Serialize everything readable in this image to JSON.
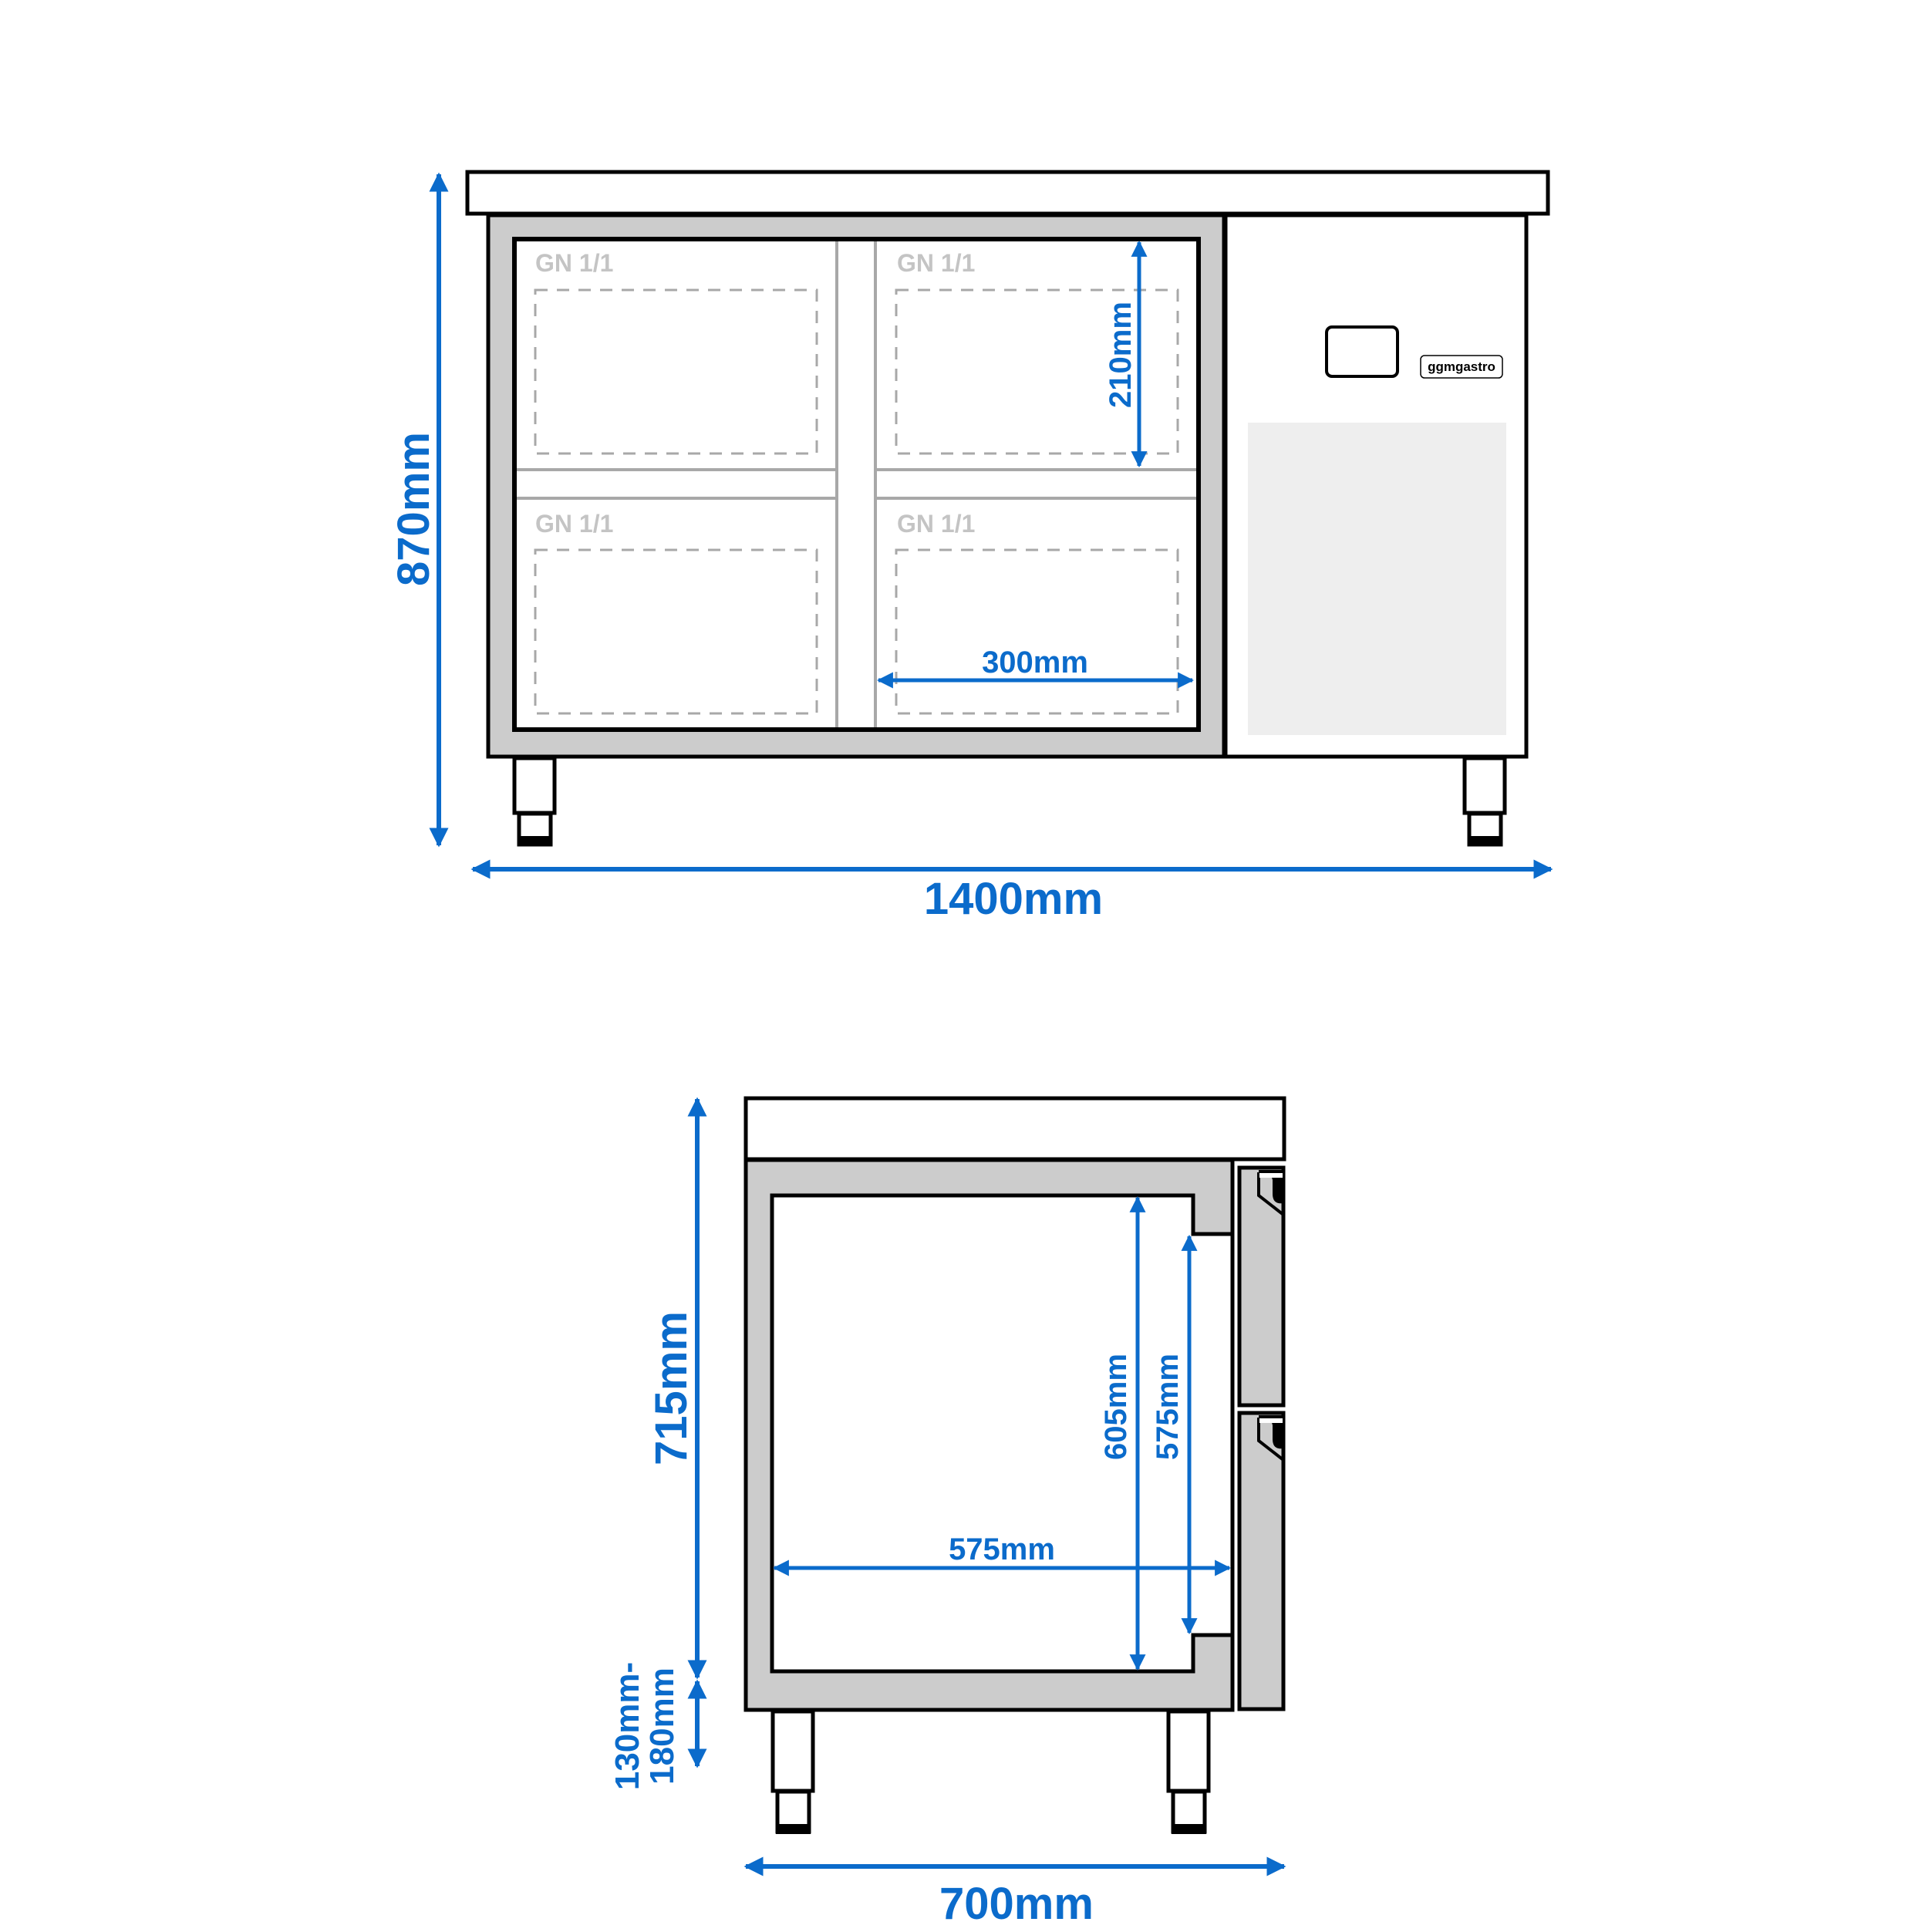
{
  "colors": {
    "dimension": "#0b6bcb",
    "outline": "#000000",
    "body_gray": "#cccccc",
    "divider_gray": "#a8a8a8",
    "panel_gray": "#eeeeee",
    "gn_label": "#c4c4c4"
  },
  "front_view": {
    "compartments": [
      {
        "label": "GN 1/1"
      },
      {
        "label": "GN 1/1"
      },
      {
        "label": "GN 1/1"
      },
      {
        "label": "GN 1/1"
      }
    ],
    "brand_label": "ggmgastro",
    "dimensions": {
      "width": "1400mm",
      "height": "870mm",
      "gn_height": "210mm",
      "gn_width": "300mm"
    }
  },
  "side_view": {
    "dimensions": {
      "depth": "700mm",
      "body_height": "715mm",
      "leg_height_line1": "130mm-",
      "leg_height_line2": "180mm",
      "inner_height": "605mm",
      "inner_door_height": "575mm",
      "inner_depth": "575mm"
    }
  }
}
